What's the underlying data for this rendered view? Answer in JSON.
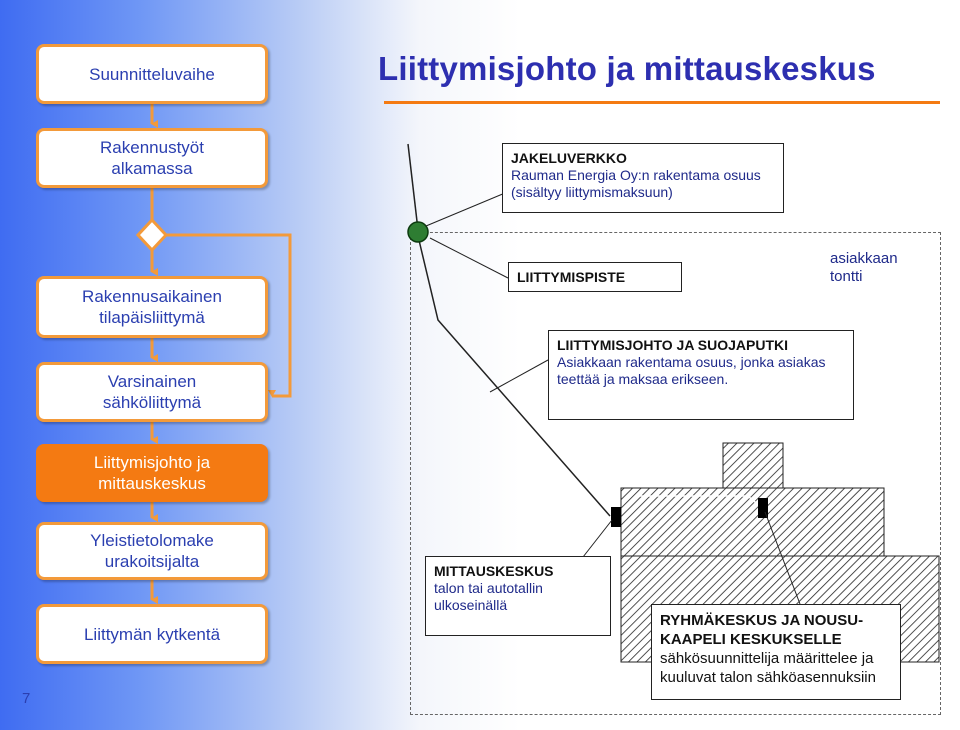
{
  "title": "Liittymisjohto ja mittauskeskus",
  "steps": [
    {
      "label": "Suunnitteluvaihe"
    },
    {
      "label": "Rakennustyöt\nalkamassa"
    },
    {
      "label": "Rakennusaikainen\ntilapäisliittymä"
    },
    {
      "label": "Varsinainen\nsähköliittymä"
    },
    {
      "label": "Liittymisjohto ja\nmittauskeskus"
    },
    {
      "label": "Yleistietolomake\nurakoitsijalta"
    },
    {
      "label": "Liittymän kytkentä"
    }
  ],
  "boxes": {
    "jakeluverkko": {
      "heading": "JAKELUVERKKO",
      "text": "Rauman Energia Oy:n rakentama osuus (sisältyy liittymismaksuun)"
    },
    "liittymispiste": {
      "heading": "LIITTYMISPISTE"
    },
    "liittymisjohto": {
      "heading": "LIITTYMISJOHTO JA SUOJAPUTKI",
      "text": "Asiakkaan rakentama osuus, jonka asiakas teettää ja maksaa erikseen."
    },
    "mittauskeskus": {
      "heading": "MITTAUSKESKUS",
      "text": "talon tai autotallin ulkoseinällä"
    },
    "ryhmakeskus": {
      "heading": "RYHMÄKESKUS JA NOUSU-KAAPELI KESKUKSELLE",
      "text": "sähkösuunnittelija määrittelee ja kuuluvat talon sähköasennuksiin"
    }
  },
  "plot_label": "asiakkaan\ntontti",
  "page_number": "7",
  "colors": {
    "accent": "#f47a12",
    "text_blue": "#2b3fb0",
    "node_green": "#2e7d32"
  }
}
